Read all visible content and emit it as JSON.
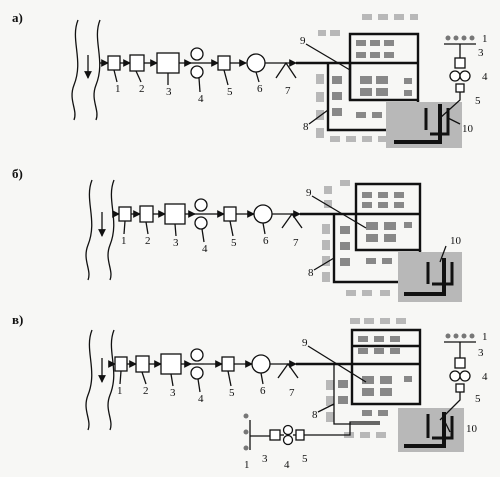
{
  "panels": [
    {
      "id": "a",
      "label": "а)"
    },
    {
      "id": "b",
      "label": "б)"
    },
    {
      "id": "v",
      "label": "в)"
    }
  ],
  "labels": {
    "n1": "1",
    "n2": "2",
    "n3": "3",
    "n4": "4",
    "n5": "5",
    "n6": "6",
    "n7": "7",
    "n8": "8",
    "n9": "9",
    "n10": "10"
  }
}
